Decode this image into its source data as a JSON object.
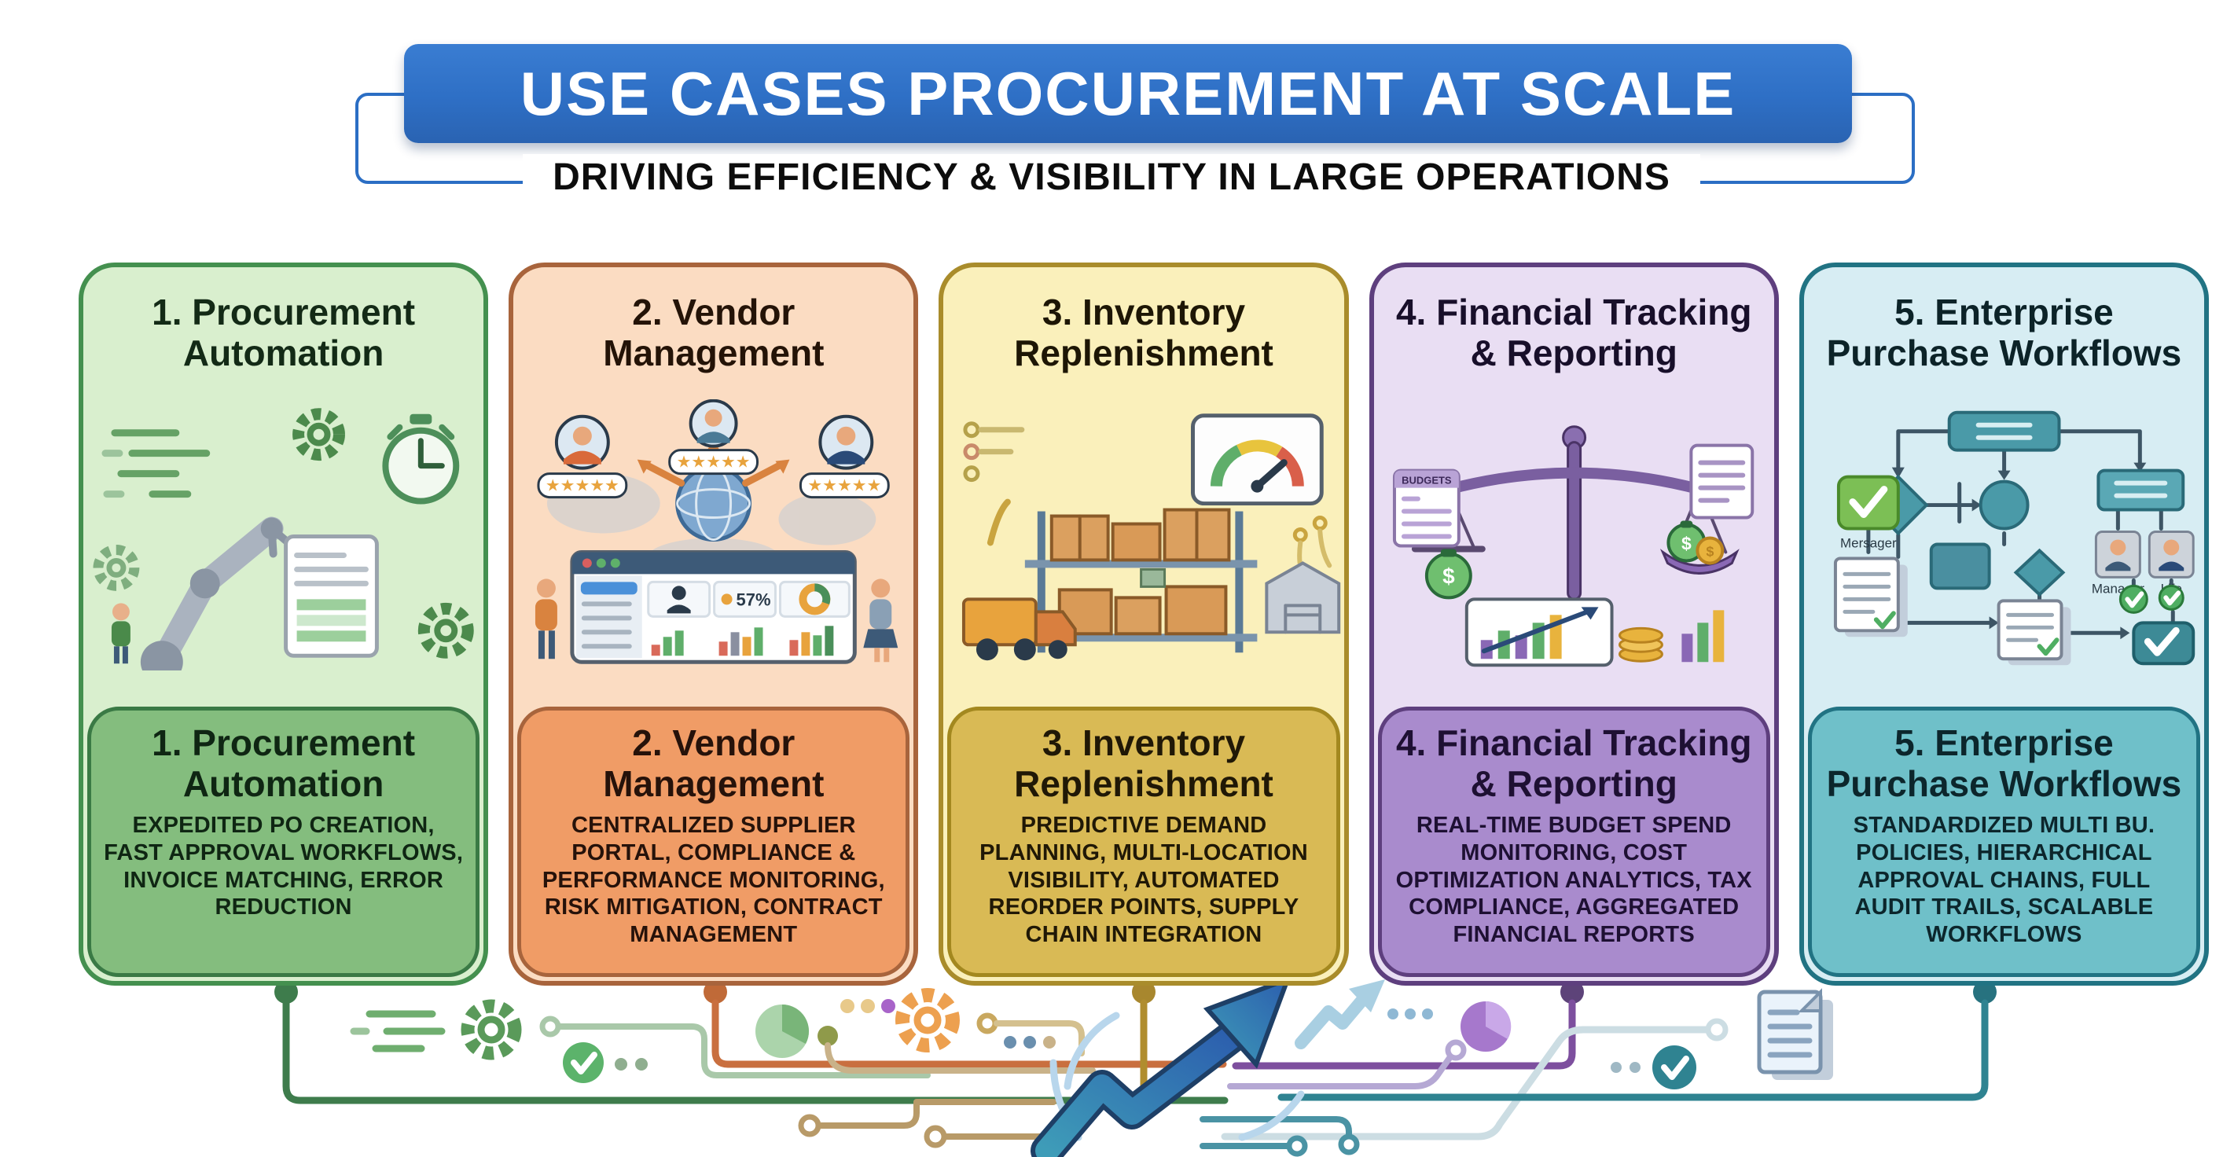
{
  "header": {
    "title": "USE CASES PROCUREMENT AT SCALE",
    "subtitle": "DRIVING EFFICIENCY & VISIBILITY IN LARGE OPERATIONS",
    "banner_color": "#2e6fc5",
    "outline_color": "#2b6ec4"
  },
  "cards": [
    {
      "title_line1": "1. Procurement",
      "title_line2": "Automation",
      "description": "EXPEDITED PO CREATION, FAST APPROVAL WORKFLOWS, INVOICE MATCHING, ERROR REDUCTION",
      "colors": {
        "bg": "#d9efce",
        "border": "#44904f",
        "footer_bg": "#84bd7e",
        "footer_border": "#3a7a45"
      },
      "illustration": "robot-arm picking purchase document, gears, stopwatch, workers"
    },
    {
      "title_line1": "2. Vendor",
      "title_line2": "Management",
      "description": "CENTRALIZED SUPPLIER PORTAL, COMPLIANCE & PERFORMANCE MONITORING, RISK MITIGATION, CONTRACT MANAGEMENT",
      "colors": {
        "bg": "#fbdcc2",
        "border": "#a8643c",
        "footer_bg": "#f09c66",
        "footer_border": "#a8643c"
      },
      "stars": "★★★★★",
      "stat": "57%",
      "illustration": "supplier avatars with ratings around globe, vendor dashboard"
    },
    {
      "title_line1": "3. Inventory",
      "title_line2": "Replenishment",
      "description": "PREDICTIVE DEMAND PLANNING, MULTI-LOCATION VISIBILITY, AUTOMATED REORDER POINTS, SUPPLY CHAIN INTEGRATION",
      "colors": {
        "bg": "#faf0bb",
        "border": "#a98c2b",
        "footer_bg": "#d9ba55",
        "footer_border": "#a3881f"
      },
      "illustration": "warehouse shelf with boxes, stock gauge, delivery truck, warehouse"
    },
    {
      "title_line1": "4. Financial Tracking",
      "title_line2": "& Reporting",
      "description": "REAL-TIME BUDGET SPEND MONITORING, COST OPTIMIZATION ANALYTICS, TAX COMPLIANCE, AGGREGATED FINANCIAL REPORTS",
      "colors": {
        "bg": "#e9def3",
        "border": "#5e3f7e",
        "footer_bg": "#a98bcd",
        "footer_border": "#5e3f7e"
      },
      "budget_label": "BUDGETS",
      "illustration": "balance scale with money bags, budget list, bar chart, coins"
    },
    {
      "title_line1": "5. Enterprise",
      "title_line2": "Purchase Workflows",
      "description": "STANDARDIZED MULTI BU. POLICIES, HIERARCHICAL APPROVAL CHAINS, FULL AUDIT TRAILS, SCALABLE WORKFLOWS",
      "colors": {
        "bg": "#d7edf3",
        "border": "#217383",
        "footer_bg": "#6fc0c9",
        "footer_border": "#217383"
      },
      "flow_labels": {
        "left": "Mersager",
        "manager": "Manager",
        "right": "Life"
      },
      "illustration": "approval flowchart with checkmarks, approver avatars, documents"
    }
  ]
}
